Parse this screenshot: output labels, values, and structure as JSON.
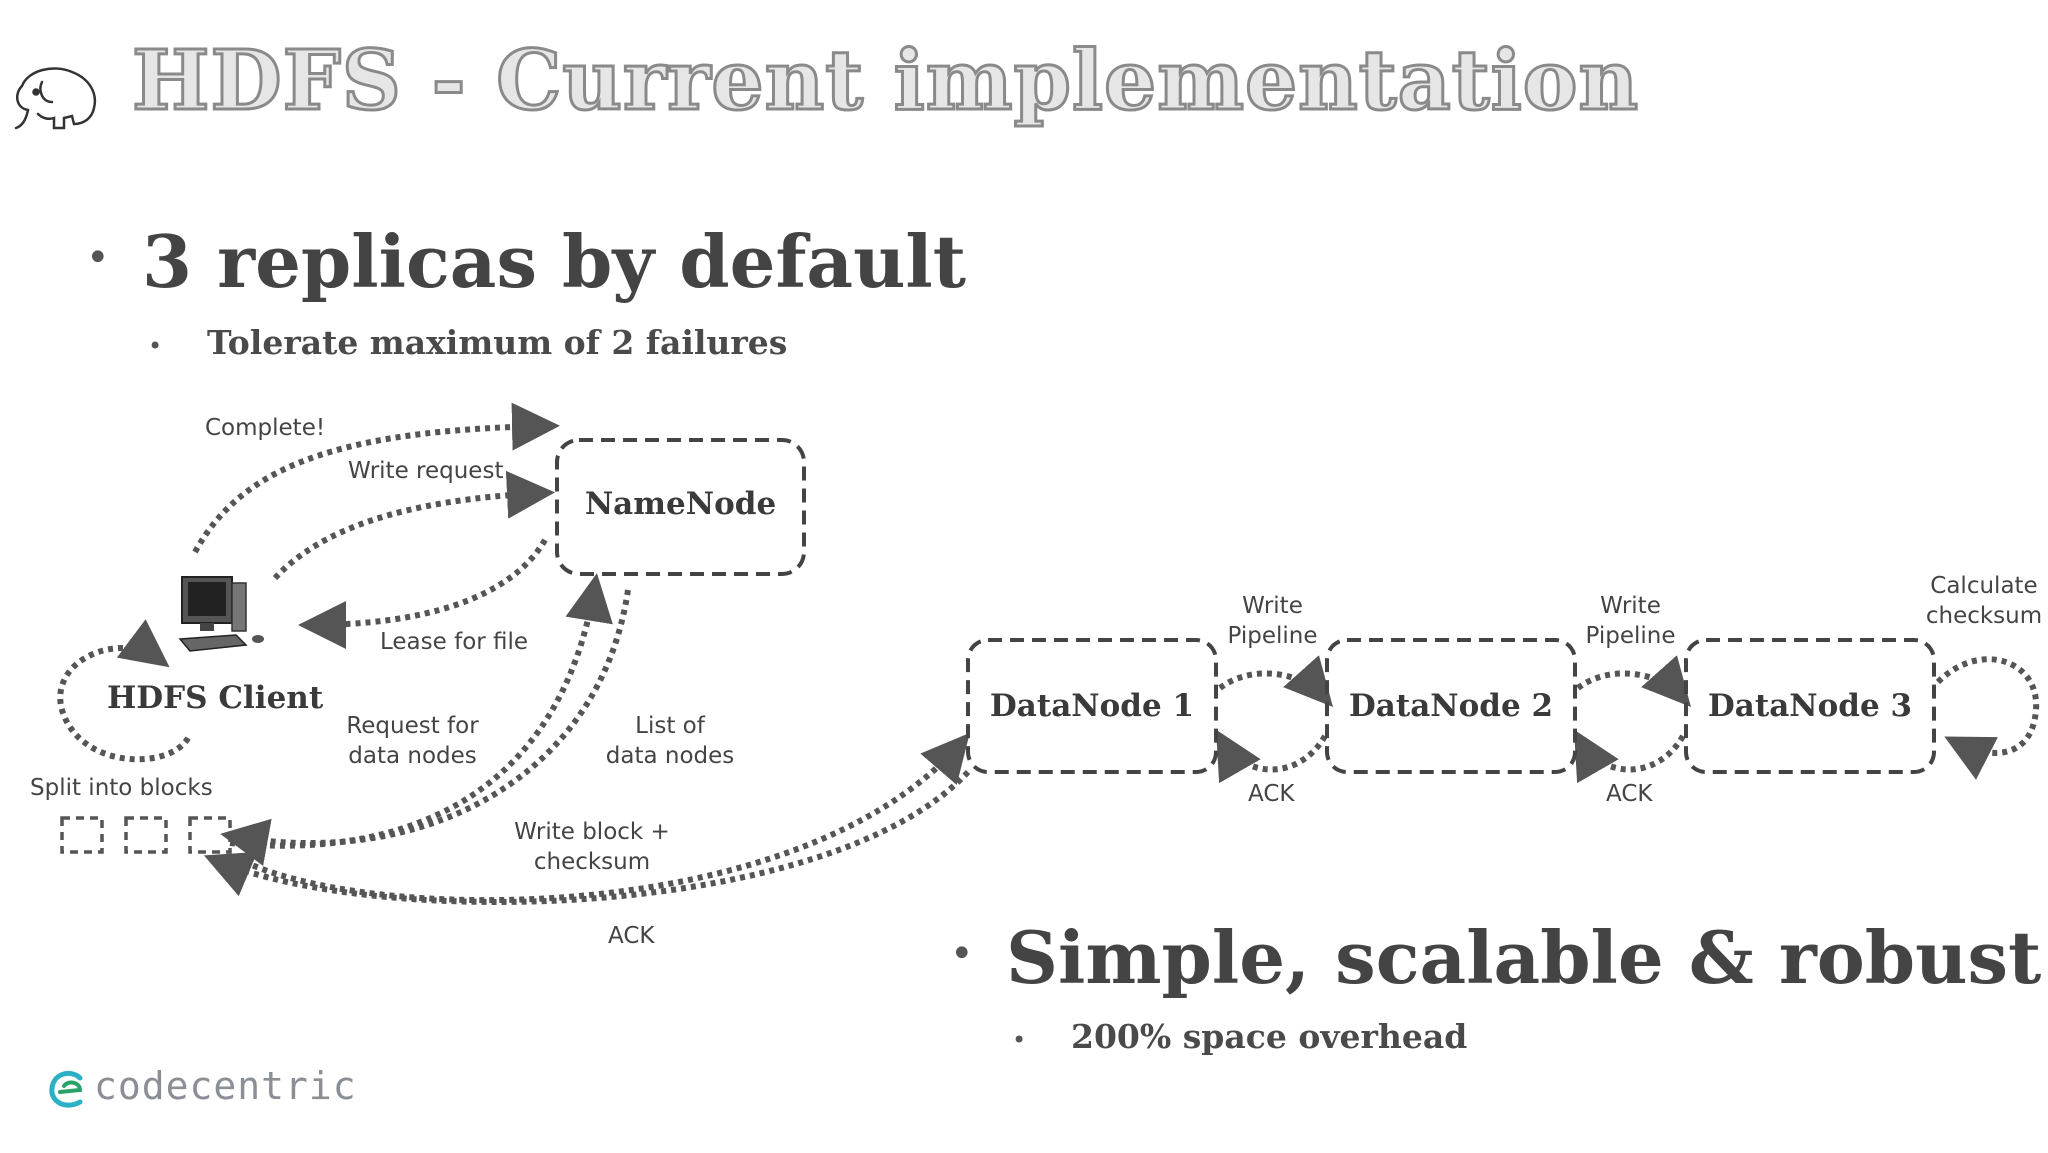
{
  "title": "HDFS - Current implementation",
  "bullets": {
    "first": {
      "text": "3 replicas by default",
      "sub": "Tolerate maximum of 2 failures"
    },
    "second": {
      "text": "Simple, scalable & robust",
      "sub": "200% space overhead"
    }
  },
  "diagram": {
    "namenode": "NameNode",
    "client": "HDFS Client",
    "datanodes": [
      "DataNode 1",
      "DataNode 2",
      "DataNode 3"
    ],
    "labels": {
      "complete": "Complete!",
      "write_request": "Write request",
      "lease": "Lease for file",
      "request_nodes_1": "Request for",
      "request_nodes_2": "data nodes",
      "list_nodes_1": "List of",
      "list_nodes_2": "data nodes",
      "split": "Split into blocks",
      "write_block_1": "Write block +",
      "write_block_2": "checksum",
      "ack_client": "ACK",
      "pipeline1_1": "Write",
      "pipeline1_2": "Pipeline",
      "pipeline2_1": "Write",
      "pipeline2_2": "Pipeline",
      "ack1": "ACK",
      "ack2": "ACK",
      "checksum_1": "Calculate",
      "checksum_2": "checksum"
    }
  },
  "logo": {
    "text": "codecentric",
    "accent": "#2bb0c6"
  },
  "colors": {
    "text": "#444444",
    "line": "#555555"
  }
}
